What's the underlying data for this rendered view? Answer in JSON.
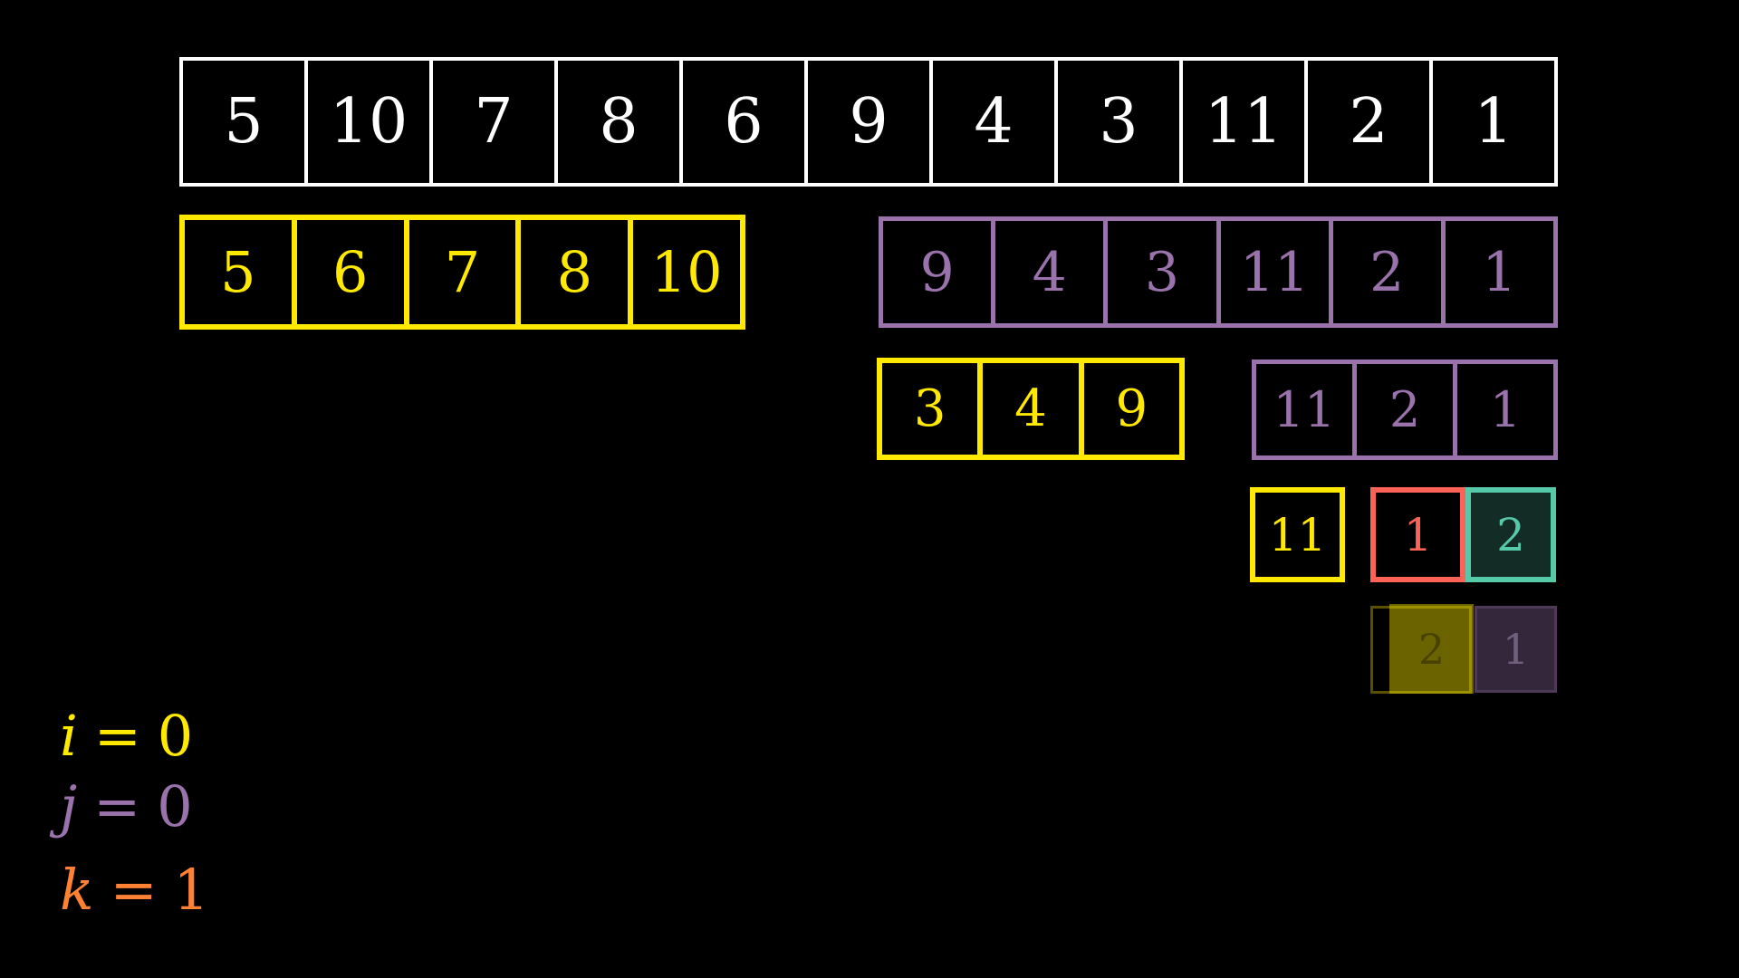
{
  "colors": {
    "background": "#000000",
    "main_array": "#FFFFFF",
    "sorted_highlight": "#FFE900",
    "unsorted_half": "#9A72AC",
    "pointer_left": "#FC6255",
    "pointer_right": "#55C9A8",
    "k_counter": "#FF8133"
  },
  "arrays": {
    "main": {
      "values": [
        "5",
        "10",
        "7",
        "8",
        "6",
        "9",
        "4",
        "3",
        "11",
        "2",
        "1"
      ]
    },
    "left_sorted": {
      "values": [
        "5",
        "6",
        "7",
        "8",
        "10"
      ]
    },
    "right_half": {
      "values": [
        "9",
        "4",
        "3",
        "11",
        "2",
        "1"
      ]
    },
    "right_left_sorted": {
      "values": [
        "3",
        "4",
        "9"
      ]
    },
    "right_right_half": {
      "values": [
        "11",
        "2",
        "1"
      ]
    },
    "single_11": {
      "values": [
        "11"
      ]
    },
    "pair_first": {
      "values": [
        "1"
      ]
    },
    "pair_second": {
      "values": [
        "2"
      ]
    },
    "fading_pair": {
      "values": [
        "2",
        "1"
      ]
    }
  },
  "variables": [
    {
      "name": "i",
      "equals": "=",
      "value": "0",
      "color": "#FFE900"
    },
    {
      "name": "j",
      "equals": "=",
      "value": "0",
      "color": "#9A72AC"
    },
    {
      "name": "k",
      "equals": "=",
      "value": "1",
      "color": "#FF8133"
    }
  ]
}
